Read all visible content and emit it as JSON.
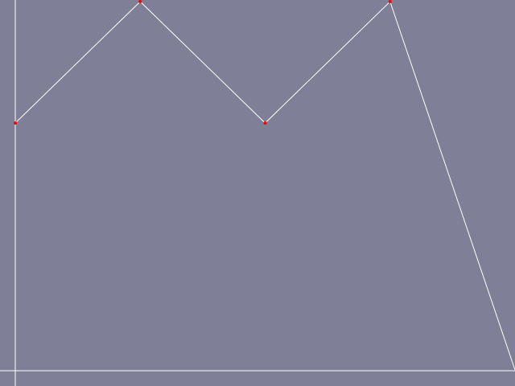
{
  "colors": {
    "background": "#7f7f97",
    "axis": "#ffffff",
    "line": "#ffffff",
    "point": "#ff0000"
  },
  "chart_data": {
    "type": "line",
    "title": "",
    "xlabel": "",
    "ylabel": "",
    "grid": false,
    "legend": "none",
    "xlim": [
      0,
      4
    ],
    "ylim": [
      0,
      3
    ],
    "series": [
      {
        "x": [
          0,
          1,
          2,
          3,
          4
        ],
        "y": [
          2,
          3,
          2,
          3,
          0
        ],
        "markers": [
          true,
          true,
          true,
          true,
          false
        ]
      }
    ]
  }
}
